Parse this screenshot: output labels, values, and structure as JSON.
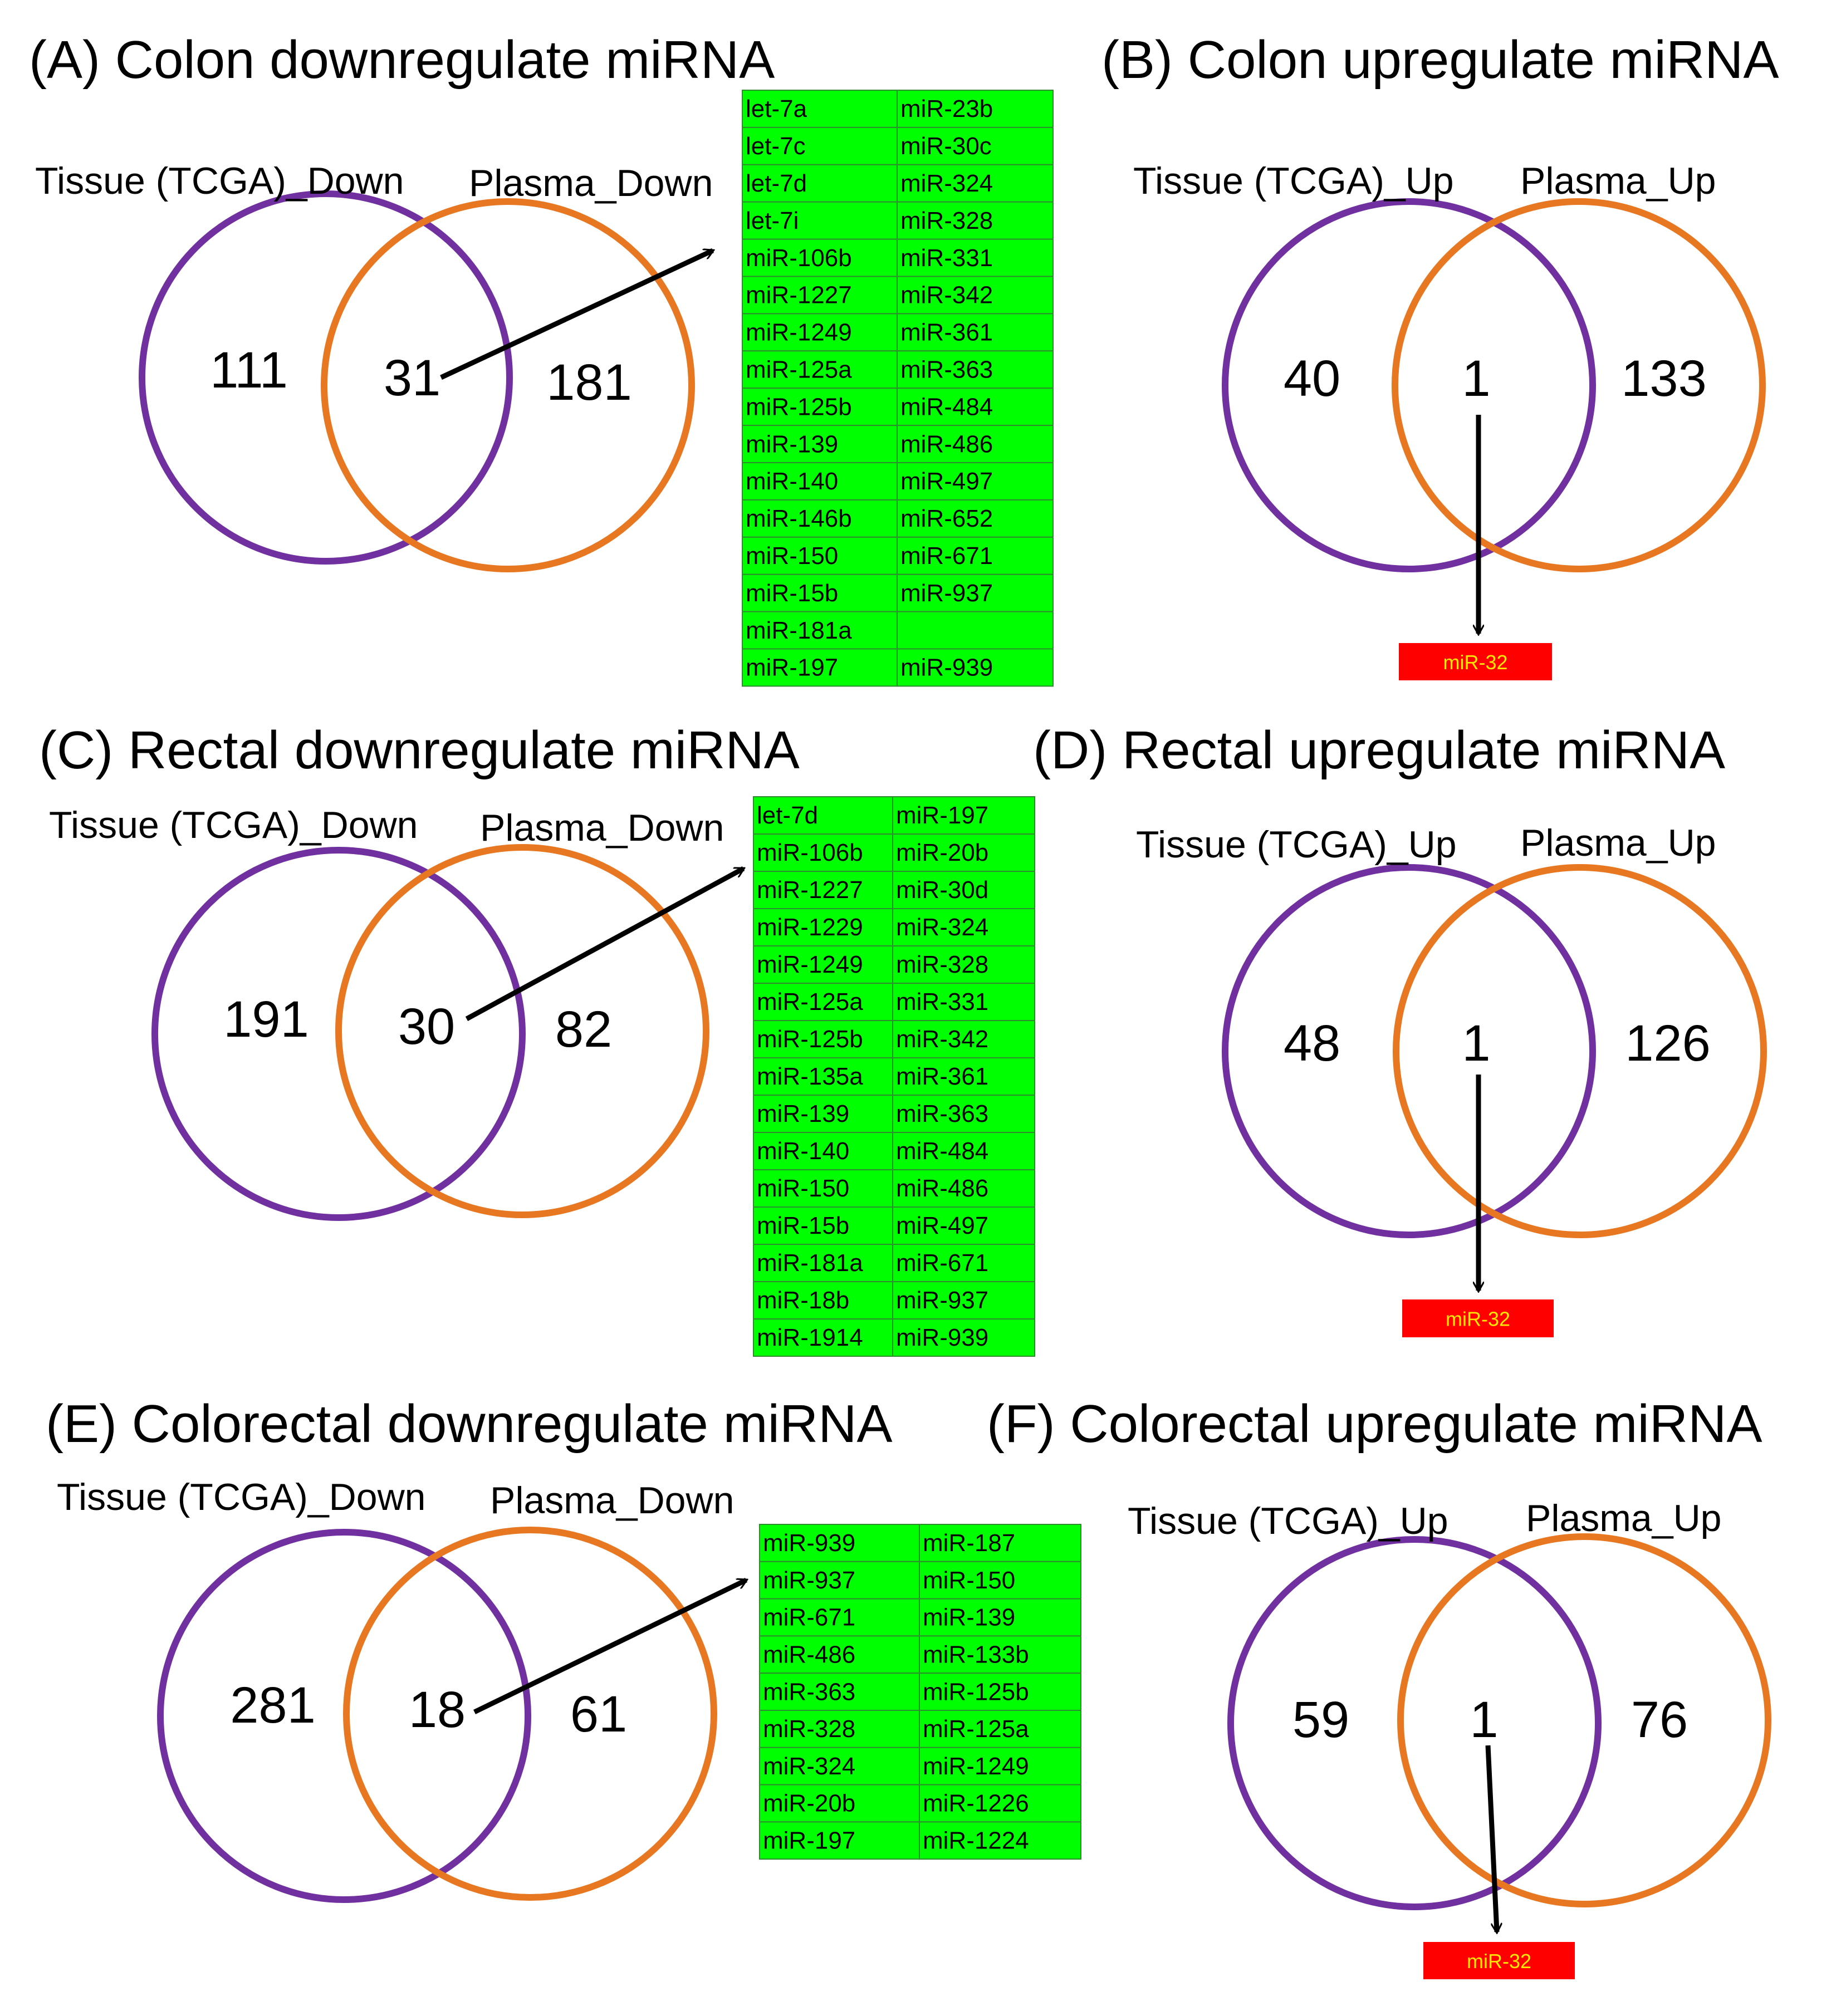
{
  "colors": {
    "tissue_circle": "#7030a0",
    "plasma_circle": "#e87722",
    "list_fill": "#00ff00",
    "list_border": "#2e8b2e",
    "badge_fill": "#ff0000",
    "badge_text": "#ffe800",
    "arrow": "#000000"
  },
  "panels": [
    {
      "title": "(A) Colon downregulate miRNA",
      "left_label": "Tissue (TCGA)_Down",
      "right_label": "Plasma_Down",
      "left_count": "111",
      "overlap_count": "31",
      "right_count": "181",
      "list": {
        "col1": [
          "let-7a",
          "let-7c",
          "let-7d",
          "let-7i",
          "miR-106b",
          "miR-1227",
          "miR-1249",
          "miR-125a",
          "miR-125b",
          "miR-139",
          "miR-140",
          "miR-146b",
          "miR-150",
          "miR-15b",
          "miR-181a",
          "miR-197"
        ],
        "col2": [
          "miR-23b",
          "miR-30c",
          "miR-324",
          "miR-328",
          "miR-331",
          "miR-342",
          "miR-361",
          "miR-363",
          "miR-484",
          "miR-486",
          "miR-497",
          "miR-652",
          "miR-671",
          "miR-937",
          "",
          "miR-939"
        ]
      }
    },
    {
      "title": "(B) Colon upregulate miRNA",
      "left_label": "Tissue (TCGA)_Up",
      "right_label": "Plasma_Up",
      "left_count": "40",
      "overlap_count": "1",
      "right_count": "133",
      "badge": "miR-32"
    },
    {
      "title": "(C) Rectal downregulate miRNA",
      "left_label": "Tissue (TCGA)_Down",
      "right_label": "Plasma_Down",
      "left_count": "191",
      "overlap_count": "30",
      "right_count": "82",
      "list": {
        "col1": [
          "let-7d",
          "miR-106b",
          "miR-1227",
          "miR-1229",
          "miR-1249",
          "miR-125a",
          "miR-125b",
          "miR-135a",
          "miR-139",
          "miR-140",
          "miR-150",
          "miR-15b",
          "miR-181a",
          "miR-18b",
          "miR-1914"
        ],
        "col2": [
          "miR-197",
          "miR-20b",
          "miR-30d",
          "miR-324",
          "miR-328",
          "miR-331",
          "miR-342",
          "miR-361",
          "miR-363",
          "miR-484",
          "miR-486",
          "miR-497",
          "miR-671",
          "miR-937",
          "miR-939"
        ]
      }
    },
    {
      "title": "(D) Rectal upregulate miRNA",
      "left_label": "Tissue (TCGA)_Up",
      "right_label": "Plasma_Up",
      "left_count": "48",
      "overlap_count": "1",
      "right_count": "126",
      "badge": "miR-32"
    },
    {
      "title": "(E) Colorectal downregulate miRNA",
      "left_label": "Tissue (TCGA)_Down",
      "right_label": "Plasma_Down",
      "left_count": "281",
      "overlap_count": "18",
      "right_count": "61",
      "list": {
        "col1": [
          "miR-939",
          "miR-937",
          "miR-671",
          "miR-486",
          "miR-363",
          "miR-328",
          "miR-324",
          "miR-20b",
          "miR-197"
        ],
        "col2": [
          "miR-187",
          "miR-150",
          "miR-139",
          "miR-133b",
          "miR-125b",
          "miR-125a",
          "miR-1249",
          "miR-1226",
          "miR-1224"
        ]
      }
    },
    {
      "title": "(F) Colorectal upregulate miRNA",
      "left_label": "Tissue (TCGA)_Up",
      "right_label": "Plasma_Up",
      "left_count": "59",
      "overlap_count": "1",
      "right_count": "76",
      "badge": "miR-32"
    }
  ]
}
